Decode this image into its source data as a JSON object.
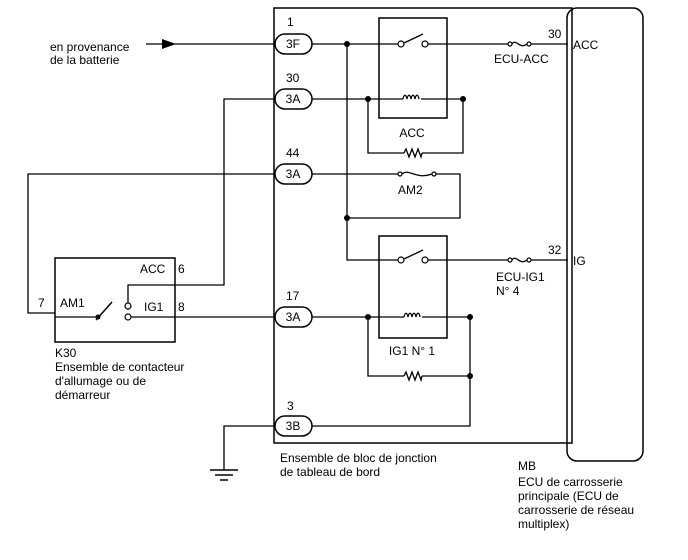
{
  "source": {
    "line1": "en provenance",
    "line2": "de la batterie"
  },
  "junction_block": {
    "caption_line1": "Ensemble de bloc de jonction",
    "caption_line2": "de tableau de bord",
    "connectors": [
      {
        "pin": "1",
        "label": "3F"
      },
      {
        "pin": "30",
        "label": "3A"
      },
      {
        "pin": "44",
        "label": "3A"
      },
      {
        "pin": "17",
        "label": "3A"
      },
      {
        "pin": "3",
        "label": "3B"
      }
    ],
    "relays": {
      "acc": "ACC",
      "ig1": "IG1 N° 1"
    },
    "fuses": {
      "ecu_acc": "ECU-ACC",
      "am2": "AM2",
      "ecu_ig1_line1": "ECU-IG1",
      "ecu_ig1_line2": "N° 4"
    }
  },
  "ecu": {
    "id": "MB",
    "name_line1": "ECU de carrosserie",
    "name_line2": "principale (ECU de",
    "name_line3": "carrosserie de réseau",
    "name_line4": "multiplex)",
    "pins": [
      {
        "num": "30",
        "name": "ACC"
      },
      {
        "num": "32",
        "name": "IG"
      }
    ]
  },
  "switch": {
    "id": "K30",
    "name_line1": "Ensemble de contacteur",
    "name_line2": "d'allumage ou de",
    "name_line3": "démarreur",
    "terminals": [
      {
        "num": "6",
        "name": "ACC"
      },
      {
        "num": "7",
        "name": "AM1"
      },
      {
        "num": "8",
        "name": "IG1"
      }
    ]
  }
}
